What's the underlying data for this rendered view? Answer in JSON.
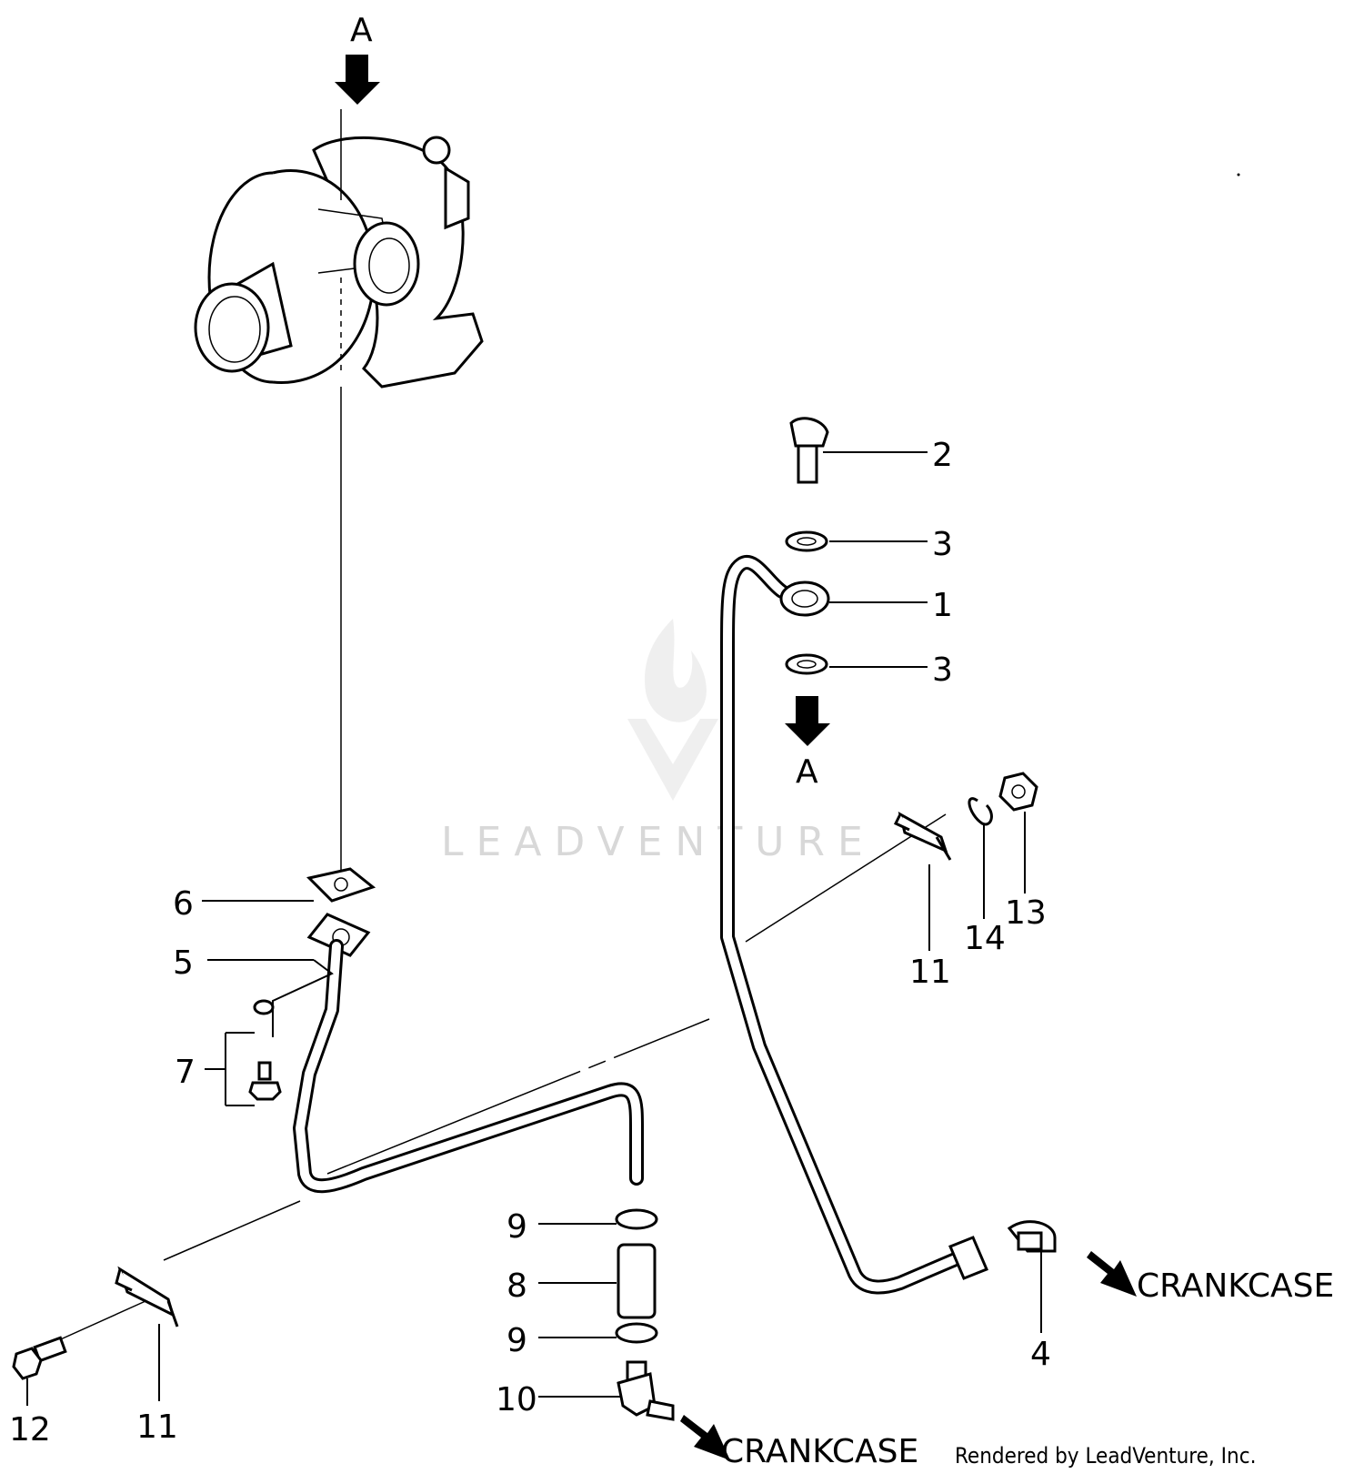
{
  "diagram": {
    "labels": {
      "ref_top": "A",
      "ref_mid": "A",
      "crankcase_right": "CRANKCASE",
      "crankcase_bottom": "CRANKCASE",
      "credit": "Rendered by LeadVenture, Inc.",
      "watermark": "LEADVENTURE"
    },
    "callouts": [
      {
        "id": "c1",
        "text": "1"
      },
      {
        "id": "c2",
        "text": "2"
      },
      {
        "id": "c3a",
        "text": "3"
      },
      {
        "id": "c3b",
        "text": "3"
      },
      {
        "id": "c4",
        "text": "4"
      },
      {
        "id": "c5",
        "text": "5"
      },
      {
        "id": "c6",
        "text": "6"
      },
      {
        "id": "c7",
        "text": "7"
      },
      {
        "id": "c8",
        "text": "8"
      },
      {
        "id": "c9a",
        "text": "9"
      },
      {
        "id": "c9b",
        "text": "9"
      },
      {
        "id": "c10",
        "text": "10"
      },
      {
        "id": "c11a",
        "text": "11"
      },
      {
        "id": "c11b",
        "text": "11"
      },
      {
        "id": "c12",
        "text": "12"
      },
      {
        "id": "c13",
        "text": "13"
      },
      {
        "id": "c14",
        "text": "14"
      }
    ]
  }
}
